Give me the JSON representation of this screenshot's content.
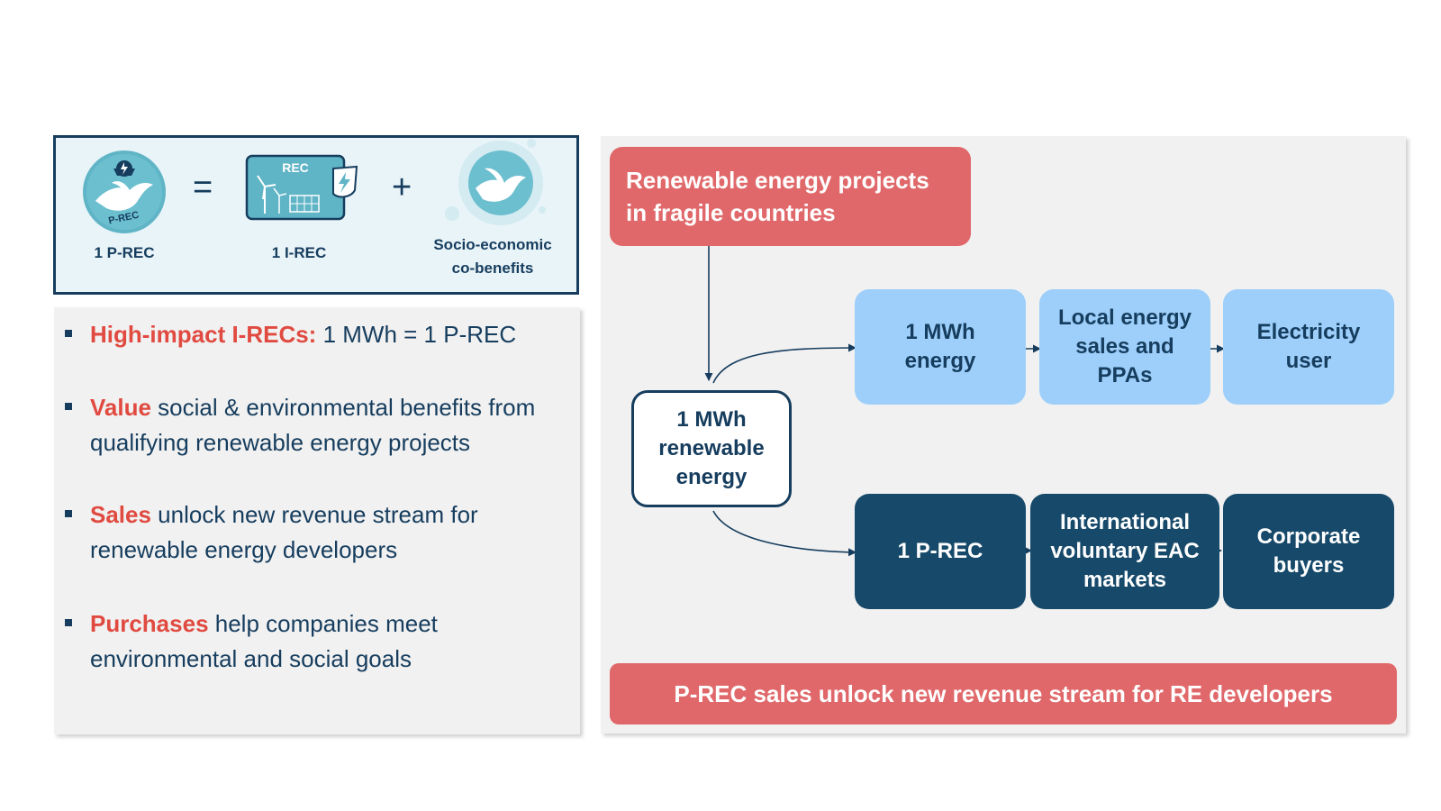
{
  "equation": {
    "prec_label": "1 P-REC",
    "irec_label": "1 I-REC",
    "benefits_label_line1": "Socio-economic",
    "benefits_label_line2": "co-benefits",
    "equals": "=",
    "plus": "+",
    "prec_badge_text": "P-REC",
    "rec_card_text": "REC"
  },
  "bullets": [
    {
      "highlight": "High-impact I-RECs:",
      "rest": " 1 MWh = 1 P-REC"
    },
    {
      "highlight": "Value",
      "rest": " social & environmental benefits from qualifying renewable energy projects"
    },
    {
      "highlight": "Sales",
      "rest": " unlock new revenue stream for renewable energy developers"
    },
    {
      "highlight": "Purchases",
      "rest": " help companies meet environmental and social goals"
    }
  ],
  "diagram": {
    "source_line1": "Renewable energy projects",
    "source_line2": "in fragile countries",
    "center_line1": "1 MWh",
    "center_line2": "renewable",
    "center_line3": "energy",
    "top_row": [
      {
        "line1": "1 MWh",
        "line2": "energy",
        "line3": ""
      },
      {
        "line1": "Local energy",
        "line2": "sales and",
        "line3": "PPAs"
      },
      {
        "line1": "Electricity",
        "line2": "user",
        "line3": ""
      }
    ],
    "bottom_row": [
      {
        "line1": "1 P-REC",
        "line2": "",
        "line3": ""
      },
      {
        "line1": "International",
        "line2": "voluntary EAC",
        "line3": "markets"
      },
      {
        "line1": "Corporate",
        "line2": "buyers",
        "line3": ""
      }
    ],
    "footer": "P-REC sales unlock new revenue stream for RE developers"
  },
  "colors": {
    "navy": "#163d5e",
    "red_accent": "#e04a40",
    "red_box": "#e0686a",
    "light_blue": "#9dcffa",
    "dark_blue": "#174a6a",
    "panel_bg": "#f1f1f1",
    "equation_bg": "#e9f4f8"
  }
}
